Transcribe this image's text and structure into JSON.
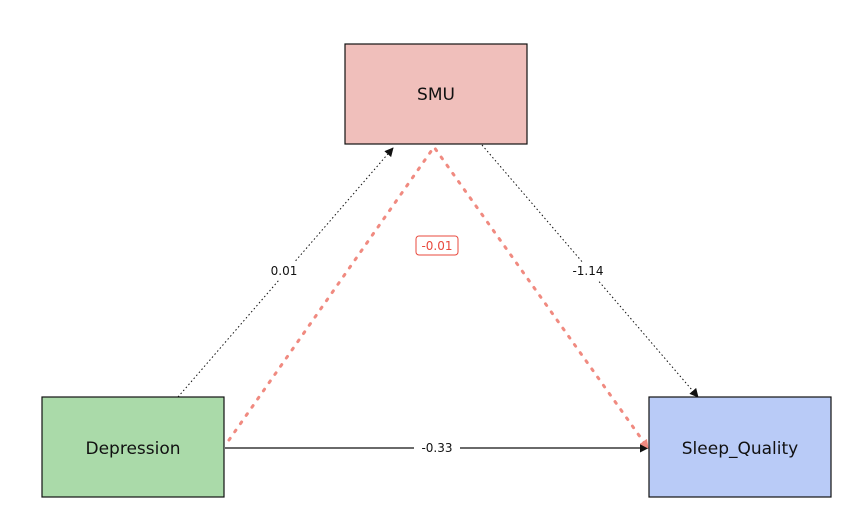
{
  "nodes": {
    "mediator": {
      "label": "SMU",
      "fill": "#f0bfbb"
    },
    "predictor": {
      "label": "Depression",
      "fill": "#aadaa9"
    },
    "outcome": {
      "label": "Sleep_Quality",
      "fill": "#b9cbf7"
    }
  },
  "edges": {
    "a_path": {
      "label": "0.01",
      "style": "dotted"
    },
    "b_path": {
      "label": "-1.14",
      "style": "dotted"
    },
    "c_prime_path": {
      "label": "-0.33",
      "style": "solid"
    },
    "indirect_path": {
      "label": "-0.01",
      "style": "dotted",
      "color": "#f08a80"
    }
  },
  "colors": {
    "stroke": "#111111",
    "indirect": "#f08a80",
    "indirect_text": "#e8493d"
  }
}
